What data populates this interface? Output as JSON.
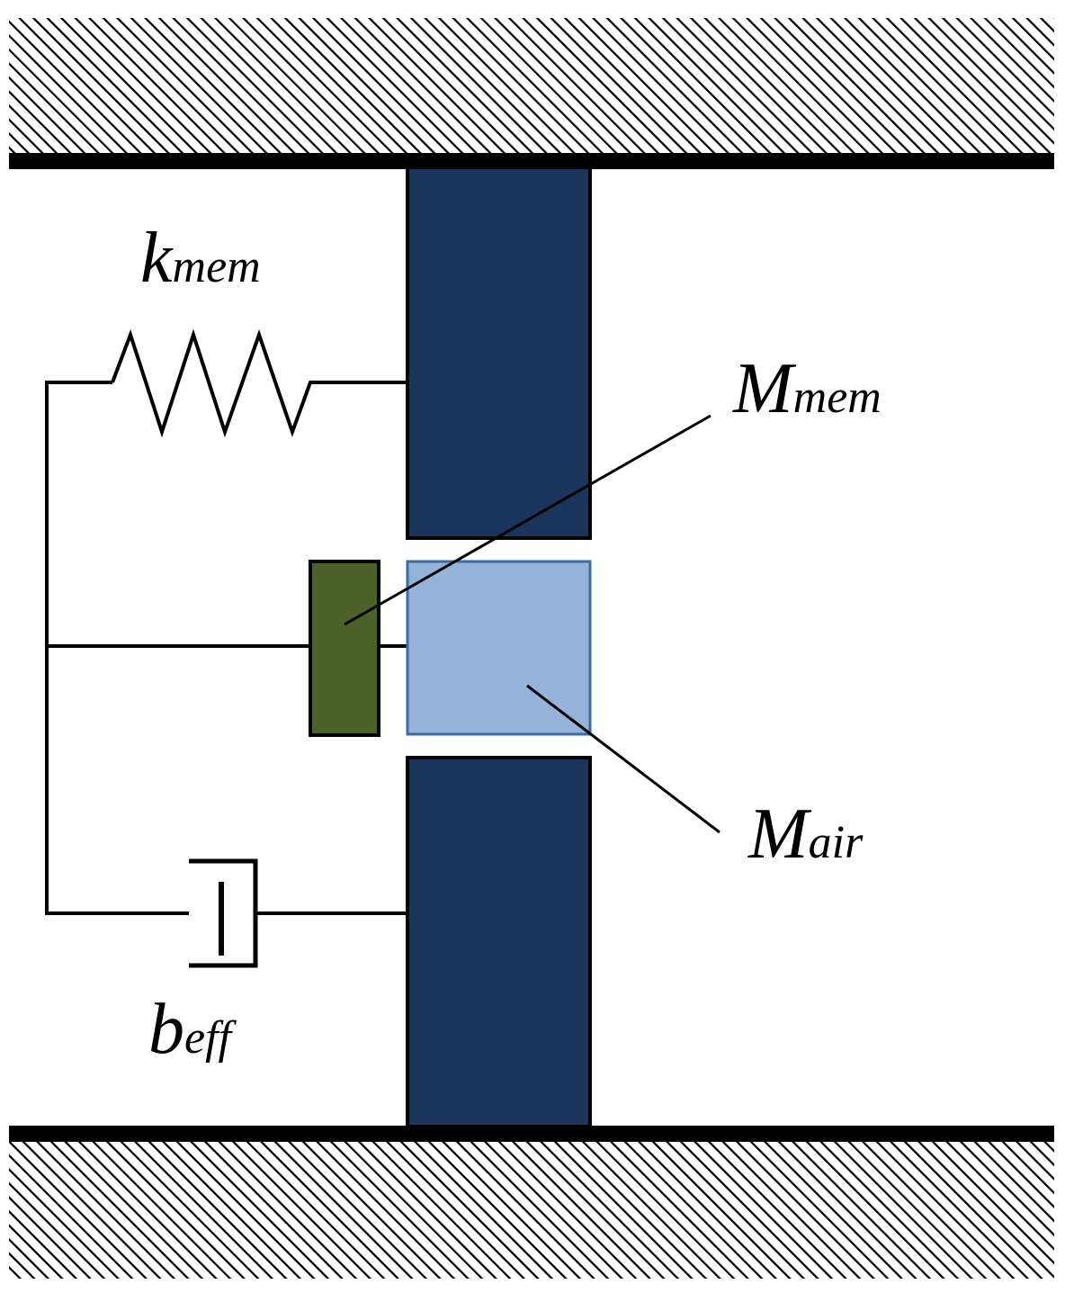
{
  "labels": {
    "spring": {
      "main": "k",
      "sub": "mem"
    },
    "membrane_mass": {
      "main": "M",
      "sub": "mem"
    },
    "air_mass": {
      "main": "M",
      "sub": "air"
    },
    "damper": {
      "main": "b",
      "sub": "eff"
    }
  },
  "colors": {
    "wall_block": "#1b365d",
    "wall_border": "#000000",
    "membrane_mass": "#4e612b",
    "air_mass_fill": "#95b2d8",
    "air_mass_border": "#3c6aa3",
    "hatch": "#000000",
    "line": "#000000",
    "background": "#ffffff"
  }
}
